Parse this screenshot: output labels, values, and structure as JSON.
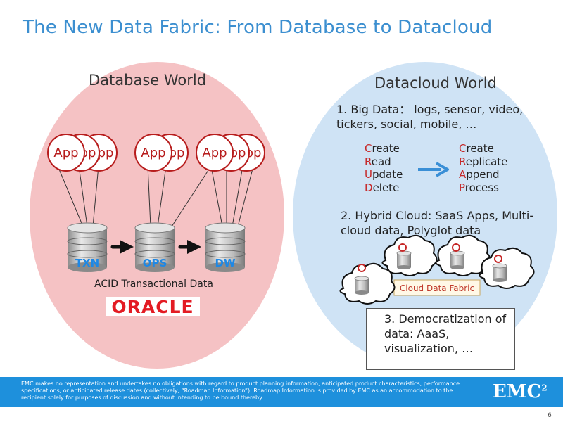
{
  "slide": {
    "title": "The New Data Fabric: From Database to Datacloud",
    "page_number": "6"
  },
  "database_world": {
    "heading": "Database World",
    "app_label": "App",
    "app_clip_label": "pp",
    "databases": [
      "TXN",
      "OPS",
      "DW"
    ],
    "caption": "ACID Transactional Data",
    "logo_text": "ORACLE"
  },
  "datacloud_world": {
    "heading": "Datacloud World",
    "big_data": "1. Big Data： logs, sensor, video, tickers, social, mobile, …",
    "crud_left": [
      {
        "first": "C",
        "rest": "reate"
      },
      {
        "first": "R",
        "rest": "ead"
      },
      {
        "first": "U",
        "rest": "pdate"
      },
      {
        "first": "D",
        "rest": "elete"
      }
    ],
    "crud_right": [
      {
        "first": "C",
        "rest": "reate"
      },
      {
        "first": "R",
        "rest": "eplicate"
      },
      {
        "first": "A",
        "rest": "ppend"
      },
      {
        "first": "P",
        "rest": "rocess"
      }
    ],
    "hybrid_cloud": "2. Hybrid Cloud: SaaS Apps, Multi-cloud data, Polyglot data",
    "cloud_fabric_label": "Cloud Data Fabric",
    "democratization": "3. Democratization of data: AaaS, visualization, …"
  },
  "footer": {
    "disclaimer": "EMC makes no representation and undertakes no obligations with regard to product planning information, anticipated product characteristics, performance specifications, or anticipated release dates (collectively, “Roadmap Information”).  Roadmap Information is provided by EMC as an accommodation to the recipient solely for purposes of discussion and without intending to be bound thereby.",
    "logo": "EMC",
    "logo_sup": "2"
  },
  "colors": {
    "title": "#3c8fd0",
    "db_world_fill": "#f5c2c4",
    "dc_world_fill": "#cfe3f5",
    "accent_red": "#c62828",
    "arrow_blue": "#3a8fd6",
    "footer": "#1e90dc"
  }
}
